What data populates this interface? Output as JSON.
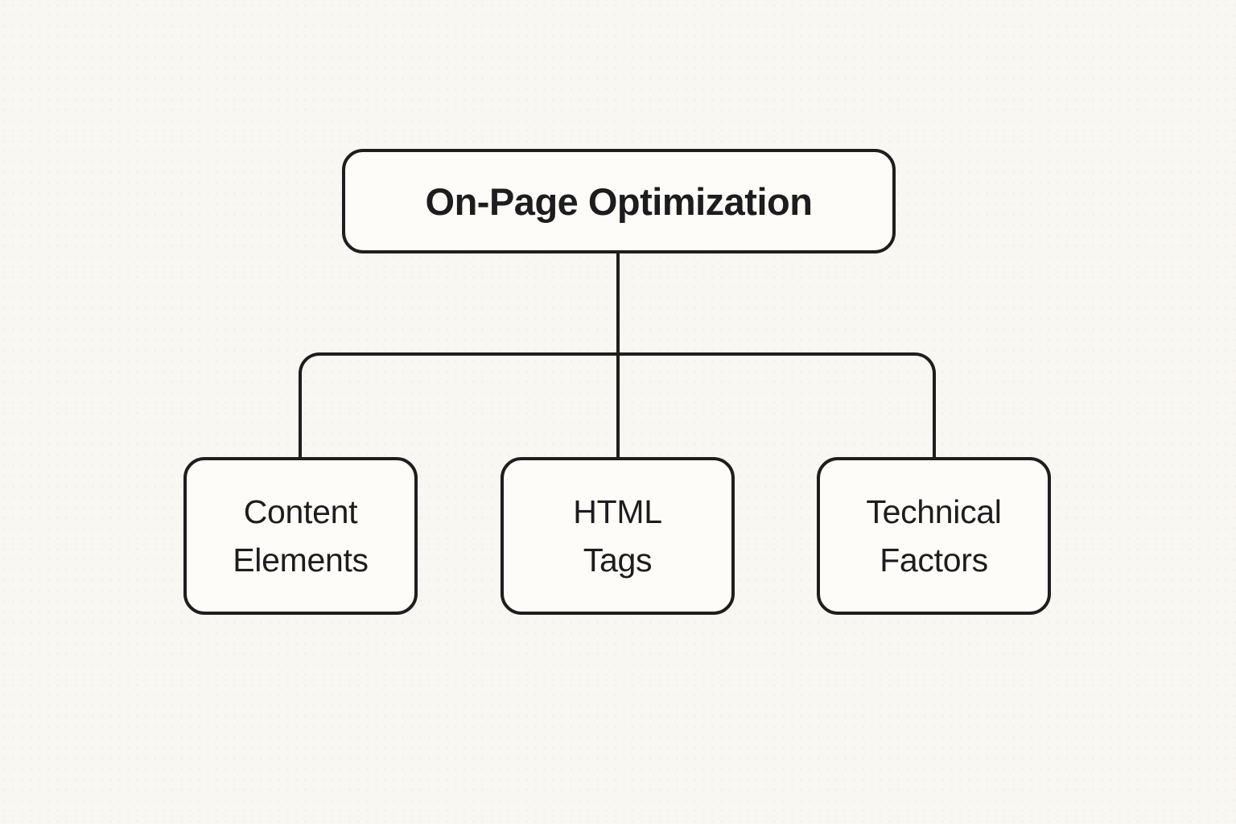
{
  "diagram": {
    "type": "tree",
    "root": {
      "label": "On-Page Optimization"
    },
    "children": [
      {
        "id": "content-elements",
        "lines": [
          "Content",
          "Elements"
        ]
      },
      {
        "id": "html-tags",
        "lines": [
          "HTML",
          "Tags"
        ]
      },
      {
        "id": "technical-factors",
        "lines": [
          "Technical",
          "Factors"
        ]
      }
    ],
    "colors": {
      "background": "#f9f7f1",
      "box_fill": "#fdfcf8",
      "stroke": "#1e1e1e",
      "text": "#1d1d1f"
    }
  }
}
